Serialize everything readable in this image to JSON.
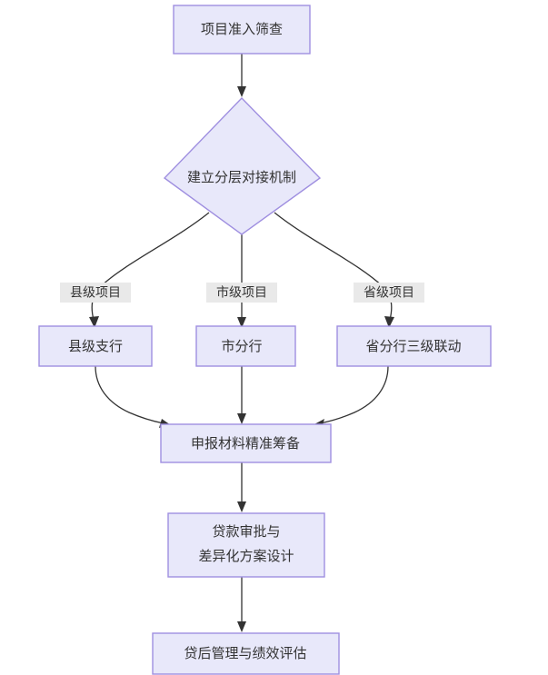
{
  "diagram": {
    "type": "flowchart",
    "direction": "top-down",
    "background_color": "#ffffff",
    "node_fill_color": "#e8e8fa",
    "node_border_color": "#9f8fe0",
    "node_text_color": "#333333",
    "edge_color": "#333333",
    "edge_label_background": "#e9e9e9"
  },
  "nodes": [
    {
      "id": "screening",
      "shape": "rectangle",
      "label": "项目准入筛查",
      "lines": [
        "项目准入筛查"
      ]
    },
    {
      "id": "tiered-mechanism",
      "shape": "diamond",
      "label": "建立分层对接机制",
      "lines": [
        "建立分层对接机制"
      ]
    },
    {
      "id": "county-branch",
      "shape": "rectangle",
      "label": "县级支行",
      "lines": [
        "县级支行"
      ]
    },
    {
      "id": "city-branch",
      "shape": "rectangle",
      "label": "市分行",
      "lines": [
        "市分行"
      ]
    },
    {
      "id": "provincial-branch",
      "shape": "rectangle",
      "label": "省分行三级联动",
      "lines": [
        "省分行三级联动"
      ]
    },
    {
      "id": "material-preparation",
      "shape": "rectangle",
      "label": "申报材料精准筹备",
      "lines": [
        "申报材料精准筹备"
      ]
    },
    {
      "id": "loan-approval",
      "shape": "rectangle",
      "label": "贷款审批与差异化方案设计",
      "lines": [
        "贷款审批与",
        "差异化方案设计"
      ]
    },
    {
      "id": "post-loan-management",
      "shape": "rectangle",
      "label": "贷后管理与绩效评估",
      "lines": [
        "贷后管理与绩效评估"
      ]
    }
  ],
  "edges": [
    {
      "from": "screening",
      "to": "tiered-mechanism",
      "label": ""
    },
    {
      "from": "tiered-mechanism",
      "to": "county-branch",
      "label": "县级项目"
    },
    {
      "from": "tiered-mechanism",
      "to": "city-branch",
      "label": "市级项目"
    },
    {
      "from": "tiered-mechanism",
      "to": "provincial-branch",
      "label": "省级项目"
    },
    {
      "from": "county-branch",
      "to": "material-preparation",
      "label": ""
    },
    {
      "from": "city-branch",
      "to": "material-preparation",
      "label": ""
    },
    {
      "from": "provincial-branch",
      "to": "material-preparation",
      "label": ""
    },
    {
      "from": "material-preparation",
      "to": "loan-approval",
      "label": ""
    },
    {
      "from": "loan-approval",
      "to": "post-loan-management",
      "label": ""
    }
  ],
  "edge_labels": {
    "county": "县级项目",
    "city": "市级项目",
    "provincial": "省级项目"
  }
}
